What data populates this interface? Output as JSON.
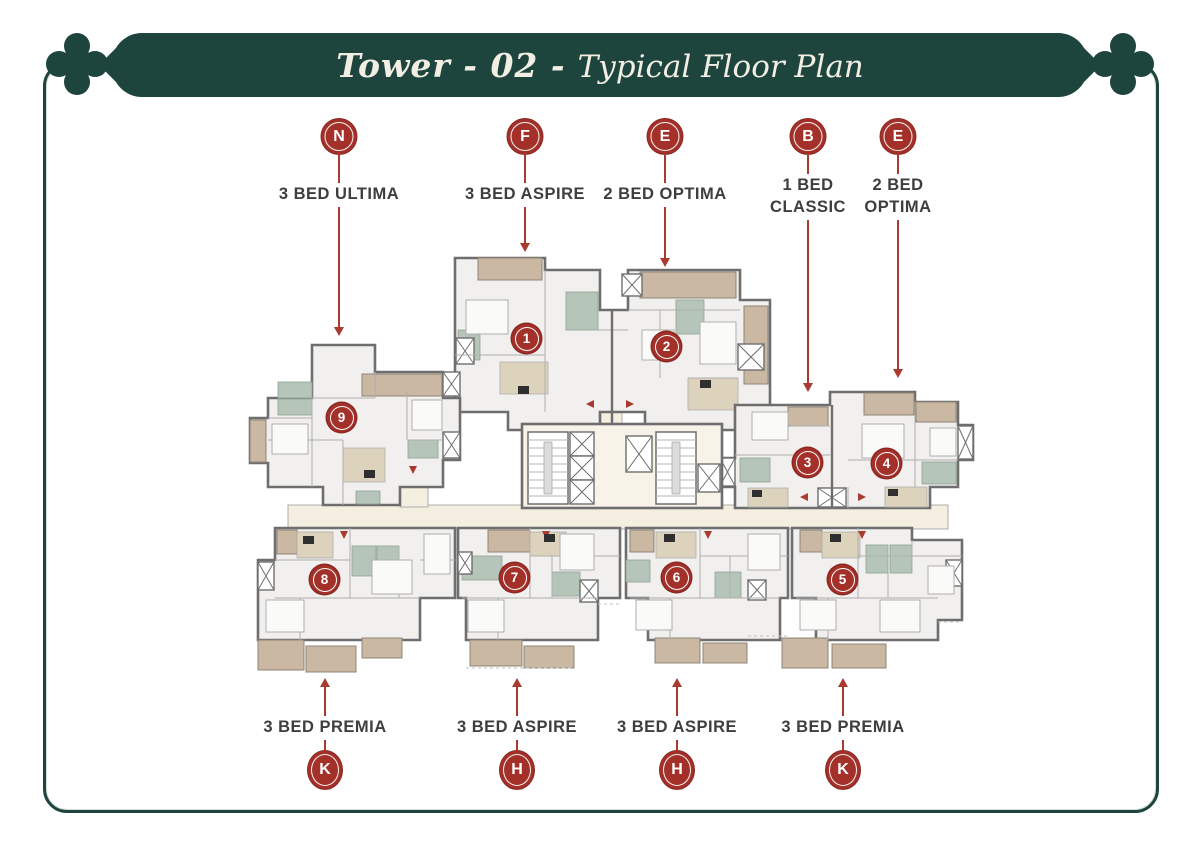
{
  "header": {
    "title_main": "Tower - 02 -",
    "title_accent": "Typical Floor Plan"
  },
  "colors": {
    "green": "#1d453e",
    "red": "#a4302a",
    "arrow": "#a93a2f",
    "labelc": "#3e3e3e",
    "wall": "#6e6e6e",
    "thin": "#aeaeae",
    "room": "#f1f0ee",
    "tan": "#cab8a2",
    "sage": "#b6c5b9",
    "beige": "#ddd3bc",
    "cream": "#f4efe1",
    "corecream": "#f7f3e8",
    "title_text": "#f2eee3"
  },
  "markers": {
    "top": [
      {
        "letter": "N",
        "label": "3 BED ULTIMA"
      },
      {
        "letter": "F",
        "label": "3 BED ASPIRE"
      },
      {
        "letter": "E",
        "label": "2 BED OPTIMA"
      },
      {
        "letter": "B",
        "label": "1 BED CLASSIC"
      },
      {
        "letter": "E",
        "label": "2 BED OPTIMA"
      }
    ],
    "bottom": [
      {
        "letter": "K",
        "label": "3 BED PREMIA"
      },
      {
        "letter": "H",
        "label": "3 BED ASPIRE"
      },
      {
        "letter": "H",
        "label": "3 BED ASPIRE"
      },
      {
        "letter": "K",
        "label": "3 BED PREMIA"
      }
    ]
  },
  "units": [
    "1",
    "2",
    "3",
    "4",
    "5",
    "6",
    "7",
    "8",
    "9"
  ]
}
